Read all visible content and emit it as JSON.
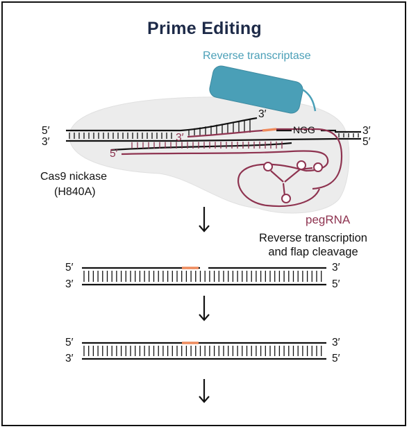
{
  "title": "Prime Editing",
  "labels": {
    "reverse_transcriptase": "Reverse transcriptase",
    "cas9_line1": "Cas9 nickase",
    "cas9_line2": "(H840A)",
    "pegrna": "pegRNA",
    "ngg": "NGG",
    "step_line1": "Reverse transcription",
    "step_line2": "and flap cleavage"
  },
  "strand_ends": {
    "five_prime": "5′",
    "three_prime": "3′"
  },
  "colors": {
    "title": "#1d2a48",
    "dna": "#111111",
    "pegrna": "#8e3350",
    "edit": "#ee8a5c",
    "reverse_transcriptase": "#4a9fb7",
    "cas9": "#ececec"
  }
}
